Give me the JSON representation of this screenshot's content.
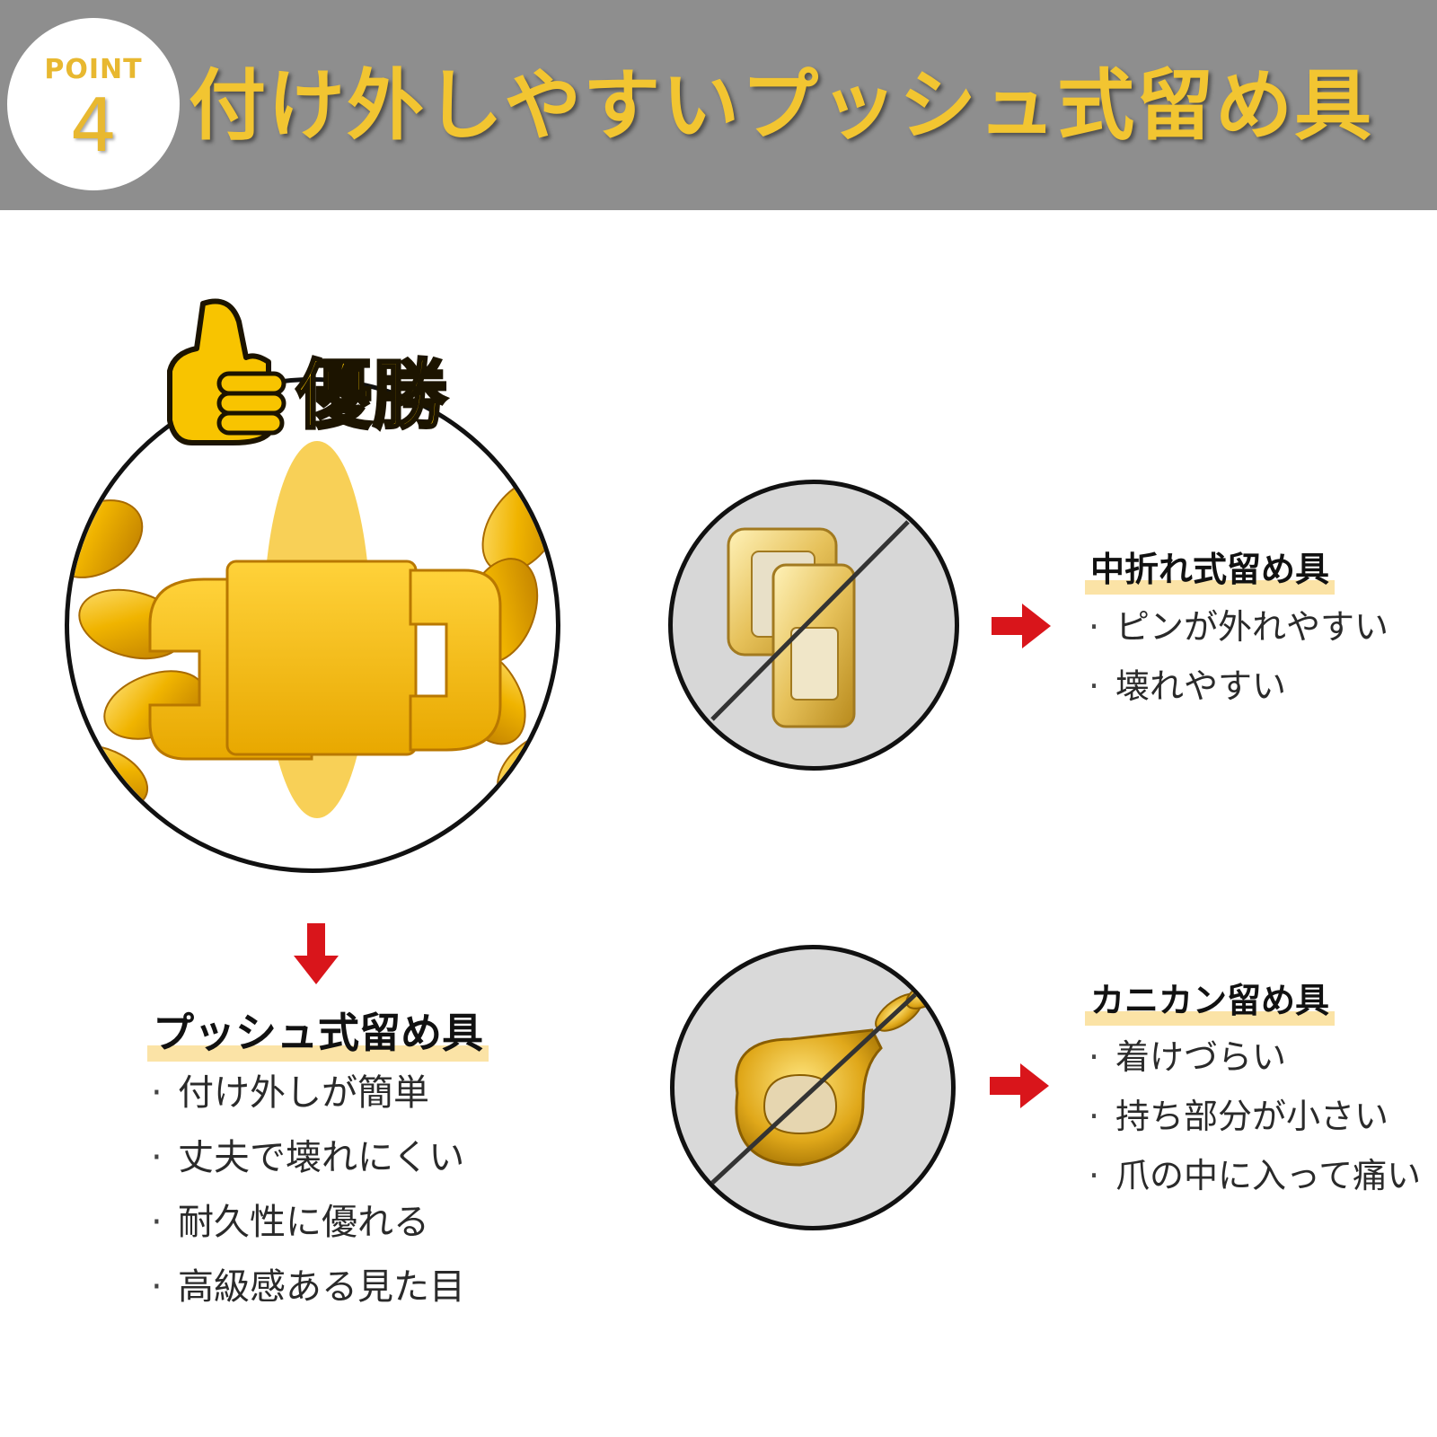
{
  "header": {
    "point_label": "POINT",
    "point_number": "4",
    "title": "付け外しやすいプッシュ式留め具"
  },
  "featured": {
    "badge_text": "優勝",
    "icon": "thumbs-up-icon",
    "name": "プッシュ式留め具",
    "features": [
      "付け外しが簡単",
      "丈夫で壊れにくい",
      "耐久性に優れる",
      "高級感ある見た目"
    ]
  },
  "alternatives": [
    {
      "name": "中折れ式留め具",
      "drawbacks": [
        "ピンが外れやすい",
        "壊れやすい"
      ]
    },
    {
      "name": "カニカン留め具",
      "drawbacks": [
        "着けづらい",
        "持ち部分が小さい",
        "爪の中に入って痛い"
      ]
    }
  ],
  "colors": {
    "banner": "#8e8e8e",
    "title_gold": "#f2c531",
    "arrow_red": "#d9151b",
    "highlight": "#fbe3a6"
  }
}
